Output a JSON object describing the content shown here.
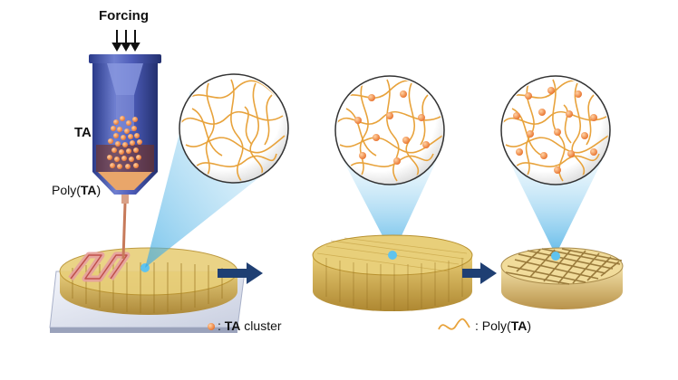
{
  "labels": {
    "forcing": "Forcing",
    "ta": "TA",
    "poly_prefix": "Poly(",
    "poly_ta": "TA",
    "poly_suffix": ")",
    "legend_cluster_prefix": ": ",
    "legend_cluster_bold": "TA",
    "legend_cluster_suffix": " cluster",
    "legend_poly_prefix": ": Poly(",
    "legend_poly_bold": "TA",
    "legend_poly_suffix": ")"
  },
  "colors": {
    "fiber": "#e8a33c",
    "cluster": "#f08a3a",
    "syringe": "#3d4ea6",
    "arrow": "#1f3f73",
    "disk": "#d9b54a",
    "glow": "#9fd8f0"
  }
}
